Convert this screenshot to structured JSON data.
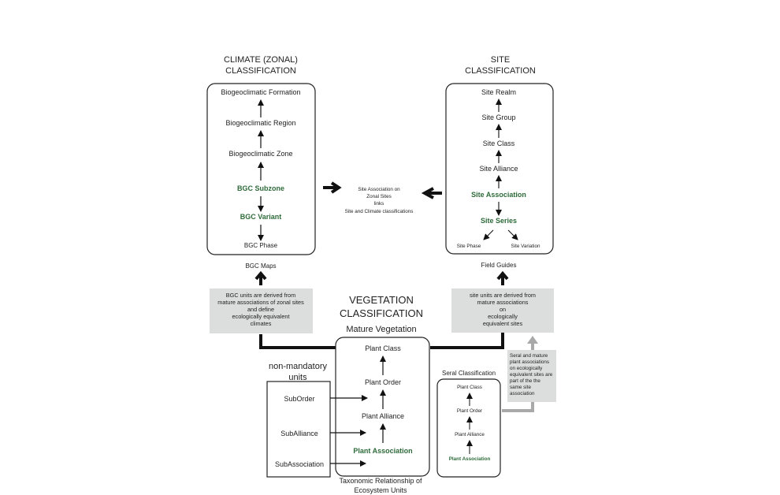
{
  "climate": {
    "heading_line1": "CLIMATE (ZONAL)",
    "heading_line2": "CLASSIFICATION",
    "units": [
      "Biogeoclimatic Formation",
      "Biogeoclimatic Region",
      "Biogeoclimatic Zone",
      "BGC Subzone",
      "BGC Variant",
      "BGC Phase"
    ],
    "maps_label": "BGC Maps",
    "note": [
      "BGC units are derived from",
      "mature associations of zonal sites",
      "and define",
      "ecologically equivalent",
      "climates"
    ]
  },
  "site": {
    "heading_line1": "SITE",
    "heading_line2": "CLASSIFICATION",
    "units": [
      "Site Realm",
      "Site Group",
      "Site Class",
      "Site Alliance",
      "Site Association",
      "Site Series",
      "Site Phase",
      "Site Variation"
    ],
    "guides_label": "Field Guides",
    "note": [
      "site units are derived from",
      "mature associations",
      "on",
      "ecologically",
      "equivalent sites"
    ]
  },
  "center_link": [
    "Site Association on",
    "Zonal Sites",
    "links",
    "Site and Climate classifications"
  ],
  "vegetation": {
    "heading_line1": "VEGETATION",
    "heading_line2": "CLASSIFICATION",
    "subheading": "Mature Vegetation",
    "units": [
      "Plant Class",
      "Plant Order",
      "Plant Alliance",
      "Plant Association"
    ],
    "caption_line1": "Taxonomic Relationship of",
    "caption_line2": "Ecosystem Units"
  },
  "non_mandatory": {
    "heading_line1": "non-mandatory",
    "heading_line2": "units",
    "units": [
      "SubOrder",
      "SubAlliance",
      "SubAssociation"
    ]
  },
  "seral": {
    "heading": "Seral Classification",
    "units": [
      "Plant Class",
      "Plant Order",
      "Plant Alliance",
      "Plant Association"
    ],
    "note": [
      "Seral and mature",
      "plant associations",
      "on ecologically",
      "equivalent sites are",
      "part of the the",
      "same site",
      "association"
    ]
  },
  "colors": {
    "accent_green": "#2e6b3a",
    "note_gray": "#dcdddd",
    "connector_gray": "#a9a9a9"
  }
}
